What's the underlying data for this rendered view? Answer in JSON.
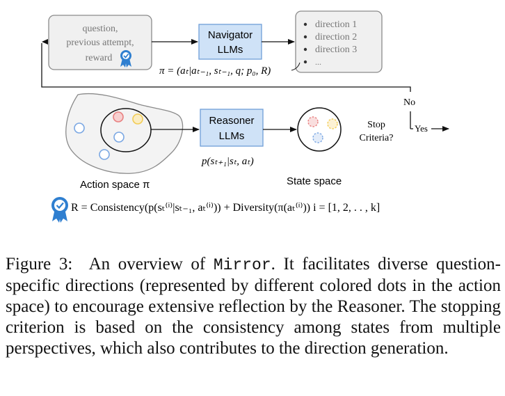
{
  "diagram": {
    "input_box": {
      "line1": "question,",
      "line2": "previous attempt,",
      "line3": "reward"
    },
    "navigator": {
      "line1": "Navigator",
      "line2": "LLMs"
    },
    "directions": [
      "direction 1",
      "direction 2",
      "direction 3",
      "..."
    ],
    "policy_formula": "π = (aₜ|aₜ₋₁, sₜ₋₁, q; p₀, R)",
    "no_label": "No",
    "yes_label": "Yes",
    "stop_line1": "Stop",
    "stop_line2": "Criteria?",
    "reasoner": {
      "line1": "Reasoner",
      "line2": "LLMs"
    },
    "transition_formula": "p(sₜ₊₁|sₜ, aₜ)",
    "action_space_label": "Action space π",
    "state_space_label": "State space",
    "reward_formula": "R = Consistency(p(sₜ⁽ⁱ⁾|sₜ₋₁, aₜ⁽ⁱ⁾)) + Diversity(π(aₜ⁽ⁱ⁾))  i = [1, 2, . . , k]"
  },
  "caption": {
    "label": "Figure 3:",
    "pre": "An overview of",
    "system": "Mirror",
    "text": ". It facilitates diverse question-specific directions (represented by different colored dots in the action space) to encourage extensive reflection by the Reasoner. The stopping criterion is based on the consistency among states from multiple perspectives, which also contributes to the direction generation."
  },
  "colors": {
    "llm_box_fill": "#cfe2f7",
    "llm_box_stroke": "#6f9fd8",
    "gray_box_fill": "#f0f0f0",
    "gray_box_stroke": "#8a8a8a",
    "dot_blue": "#7aa7e3",
    "dot_red": "#e88080",
    "dot_yellow": "#f2cc55",
    "badge_blue": "#2f7fd0"
  }
}
